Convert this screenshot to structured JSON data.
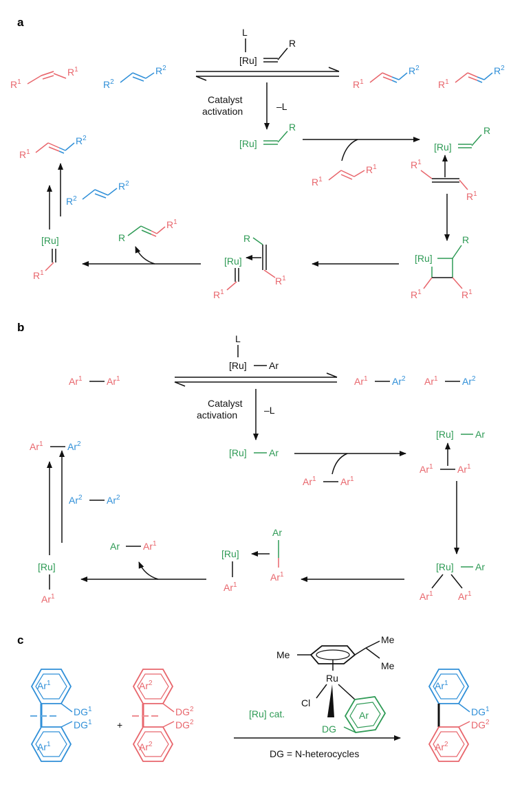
{
  "colors": {
    "red": "#e8666c",
    "blue": "#2f8fd8",
    "green": "#2e9a55",
    "black": "#111111"
  },
  "panel_a": {
    "label": "a",
    "ligand": "L",
    "ru": "[Ru]",
    "r": "R",
    "r1": "R",
    "r2": "R",
    "sup1": "1",
    "sup2": "2",
    "activation_line1": "Catalyst",
    "activation_line2": "activation",
    "minus_l": "–L"
  },
  "panel_b": {
    "label": "b",
    "ligand": "L",
    "ru": "[Ru]",
    "ar": "Ar",
    "ar_base": "Ar",
    "sup1": "1",
    "sup2": "2",
    "activation_line1": "Catalyst",
    "activation_line2": "activation",
    "minus_l": "–L"
  },
  "panel_c": {
    "label": "c",
    "plus": "+",
    "me": "Me",
    "ru": "Ru",
    "cl": "Cl",
    "ar": "Ar",
    "dg": "DG",
    "ar_base": "Ar",
    "dg_base": "DG",
    "sup1": "1",
    "sup2": "2",
    "cat": "[Ru] cat.",
    "condition": "DG = N-heterocycles"
  }
}
